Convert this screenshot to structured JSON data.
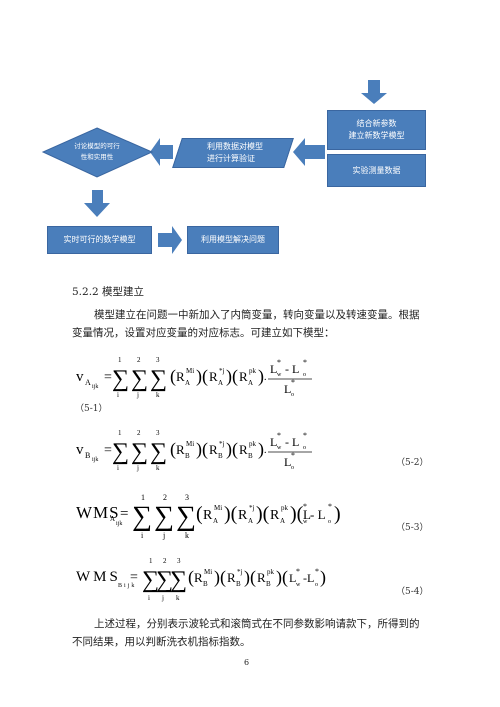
{
  "flowchart": {
    "new_params_line1": "结合新参数",
    "new_params_line2": "建立新数学模型",
    "measured_data": "实验测量数据",
    "verify_line1": "利用数据对模型",
    "verify_line2": "进行计算验证",
    "discuss_line1": "讨论模型的可行",
    "discuss_line2": "性和实用性",
    "feasible_model": "实时可行的数学模型",
    "solve_problem": "利用模型解决问题"
  },
  "section": {
    "heading": "5.2.2 模型建立",
    "intro": "模型建立在问题一中新加入了内筒变量，转向变量以及转速变量。根据变量情况，设置对应变量的对应标志。可建立如下模型：",
    "conclusion": "上述过程，分别表示波轮式和滚筒式在不同参数影响请款下，所得到的不同结果，用以判断洗衣机指标指数。"
  },
  "equations": {
    "eq1_label": "（5-1）",
    "eq2_label": "（5-2）",
    "eq3_label": "（5-3）",
    "eq4_label": "（5-4）"
  },
  "page_number": "6"
}
